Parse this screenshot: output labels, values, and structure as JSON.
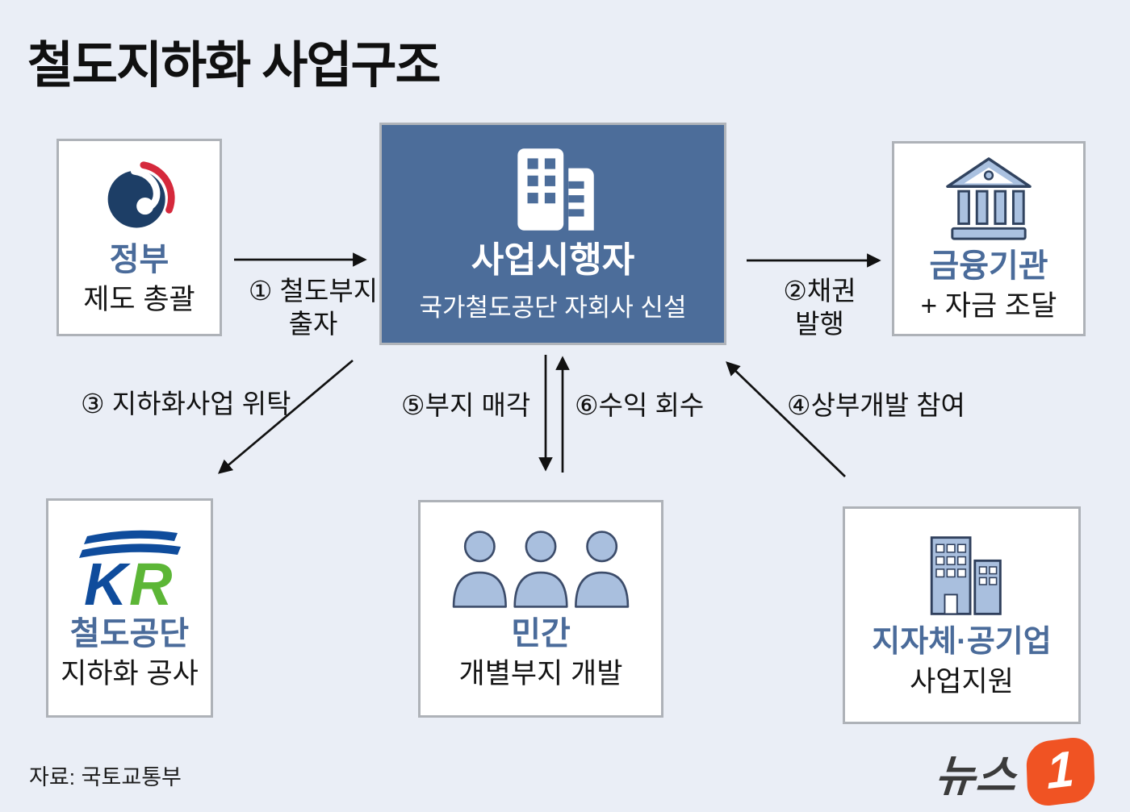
{
  "title": "철도지하화 사업구조",
  "nodes": {
    "government": {
      "name": "정부",
      "desc": "제도 총괄"
    },
    "implementer": {
      "name": "사업시행자",
      "desc": "국가철도공단 자회사 신설"
    },
    "finance": {
      "name": "금융기관",
      "desc": "+ 자금 조달"
    },
    "kr": {
      "name": "철도공단",
      "desc": "지하화 공사",
      "logo_k": "K",
      "logo_r": "R"
    },
    "private": {
      "name": "민간",
      "desc": "개별부지 개발"
    },
    "local": {
      "name": "지자체·공기업",
      "desc": "사업지원"
    }
  },
  "flows": [
    {
      "num": "①",
      "line1": "① 철도부지",
      "line2": "출자",
      "from": "government",
      "to": "implementer"
    },
    {
      "num": "②",
      "line1": "②채권",
      "line2": "발행",
      "from": "implementer",
      "to": "finance"
    },
    {
      "num": "③",
      "line1": "③ 지하화사업 위탁",
      "line2": "",
      "from": "implementer",
      "to": "kr"
    },
    {
      "num": "④",
      "line1": "④상부개발 참여",
      "line2": "",
      "from": "local",
      "to": "implementer"
    },
    {
      "num": "⑤",
      "line1": "⑤부지 매각",
      "line2": "",
      "from": "implementer",
      "to": "private"
    },
    {
      "num": "⑥",
      "line1": "⑥수익 회수",
      "line2": "",
      "from": "private",
      "to": "implementer"
    }
  ],
  "source": "자료: 국토교통부",
  "brand": {
    "text": "뉴스",
    "one": "1"
  },
  "colors": {
    "background": "#eaeef6",
    "primary_box": "#4c6d9a",
    "heading_blue": "#4a6b9a",
    "icon_fill": "#a9bfde",
    "icon_stroke": "#31435f",
    "kr_navy": "#0f4c9c",
    "kr_green": "#5cb636",
    "gov_navy": "#1d3e66",
    "gov_red": "#d5293c",
    "news_orange": "#f05323",
    "arrow": "#111111"
  }
}
